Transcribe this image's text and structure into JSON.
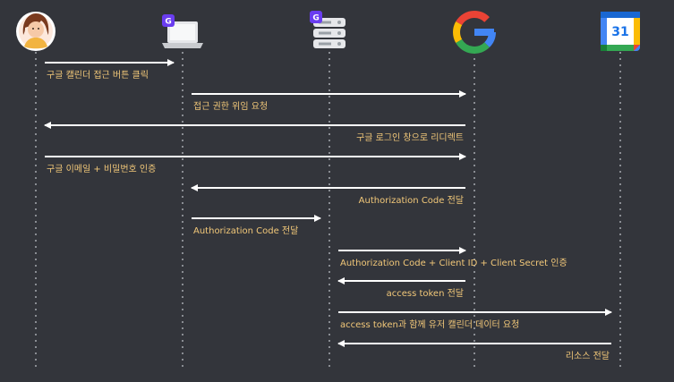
{
  "participants": [
    {
      "id": "user",
      "icon": "user-avatar-icon"
    },
    {
      "id": "laptop",
      "icon": "laptop-icon",
      "badge": "G"
    },
    {
      "id": "server",
      "icon": "server-icon",
      "badge": "G"
    },
    {
      "id": "google",
      "icon": "google-logo-icon"
    },
    {
      "id": "calendar",
      "icon": "google-calendar-icon",
      "badge_text": "31"
    }
  ],
  "messages": [
    {
      "from": "user",
      "to": "laptop",
      "label": "구글 캘린더 접근 버튼 클릭"
    },
    {
      "from": "laptop",
      "to": "google",
      "label": "접근 권한 위임 요청"
    },
    {
      "from": "google",
      "to": "user",
      "label": "구글 로그인 창으로 리디렉트"
    },
    {
      "from": "user",
      "to": "google",
      "label": "구글 이메일 + 비밀번호 인증"
    },
    {
      "from": "google",
      "to": "laptop",
      "label": "Authorization Code 전달"
    },
    {
      "from": "laptop",
      "to": "server",
      "label": "Authorization Code 전달"
    },
    {
      "from": "server",
      "to": "google",
      "label": "Authorization Code + Client ID + Client Secret 인증"
    },
    {
      "from": "google",
      "to": "server",
      "label": "access token 전달"
    },
    {
      "from": "server",
      "to": "calendar",
      "label": "access token과 함께 유저 캘린더 데이터 요청"
    },
    {
      "from": "calendar",
      "to": "server",
      "label": "리소스 전달"
    }
  ],
  "colors": {
    "background": "#33353b",
    "arrow": "#ffffff",
    "label": "#f2c879",
    "lifeline": "#8a8d93",
    "badge": "#6a3df0"
  }
}
